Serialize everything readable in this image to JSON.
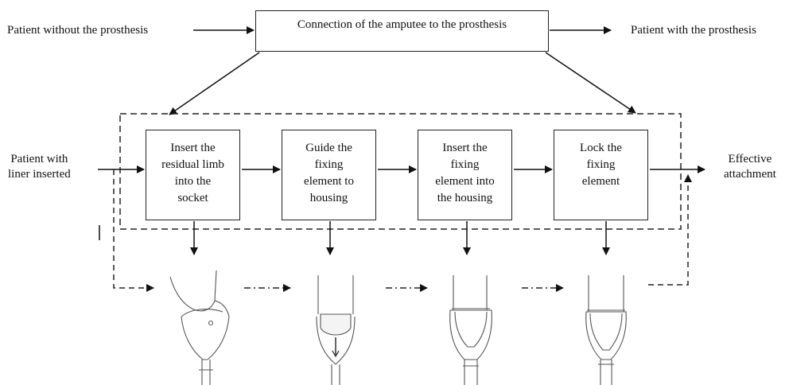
{
  "inputs": {
    "without": "Patient without the prosthesis",
    "liner": "Patient with\nliner inserted"
  },
  "outputs": {
    "with": "Patient with the prosthesis",
    "effective": "Effective\nattachment"
  },
  "process_title": "Connection of the amputee to the prosthesis",
  "steps": [
    {
      "text": "Insert the\nresidual limb\ninto the\nsocket"
    },
    {
      "text": "Guide the\nfixing\nelement to\nhousing"
    },
    {
      "text": "Insert the\nfixing\nelement into\nthe housing"
    },
    {
      "text": "Lock the\nfixing\nelement"
    }
  ],
  "illustrations": [
    "limb-entering-socket",
    "fixing-element-guided",
    "fixing-element-inserted",
    "limb-locked-in-socket"
  ]
}
